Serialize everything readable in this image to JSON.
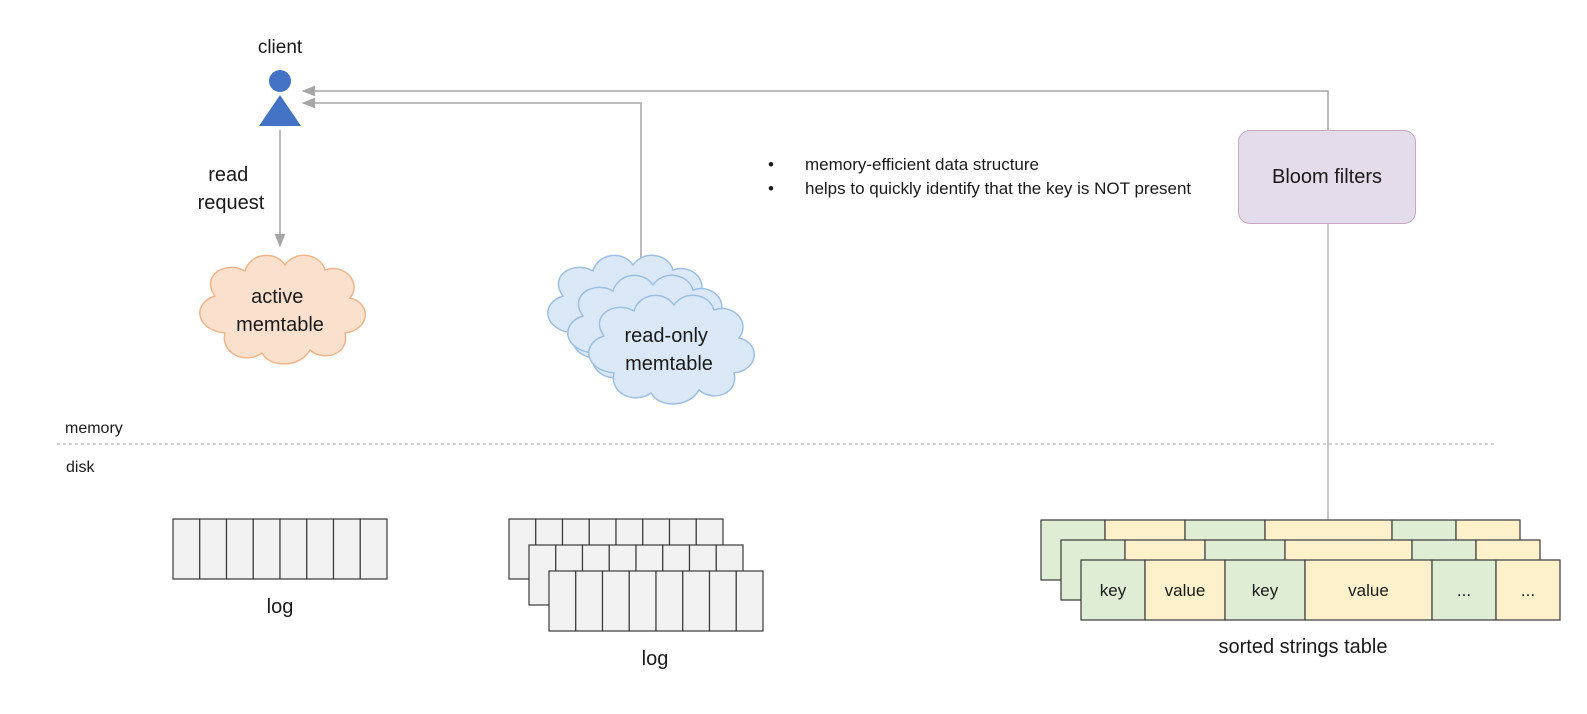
{
  "client": {
    "label": "client"
  },
  "read_request": {
    "line1": "read",
    "line2": "request"
  },
  "active_memtable": {
    "line1": "active",
    "line2": "memtable"
  },
  "readonly_memtable": {
    "line1": "read-only",
    "line2": "memtable"
  },
  "bloom": {
    "label": "Bloom filters",
    "bullets": [
      "memory-efficient data structure",
      "helps to quickly identify that the key is NOT present"
    ]
  },
  "regions": {
    "memory": "memory",
    "disk": "disk"
  },
  "logs": {
    "active_label": "log",
    "readonly_label": "log"
  },
  "sstable": {
    "label": "sorted strings table",
    "cells": [
      "key",
      "value",
      "key",
      "value",
      "...",
      "..."
    ]
  },
  "colors": {
    "client_blue": "#4472c4",
    "active_fill": "#fbe0cd",
    "active_stroke": "#f0b68a",
    "readonly_fill": "#dae8f7",
    "readonly_stroke": "#9dbfe4",
    "bloom_fill": "#e4dcea",
    "key_fill": "#deedd4",
    "value_fill": "#fcf1cb",
    "log_fill": "#f2f2f2",
    "arrow_gray": "#a6a6a6"
  }
}
